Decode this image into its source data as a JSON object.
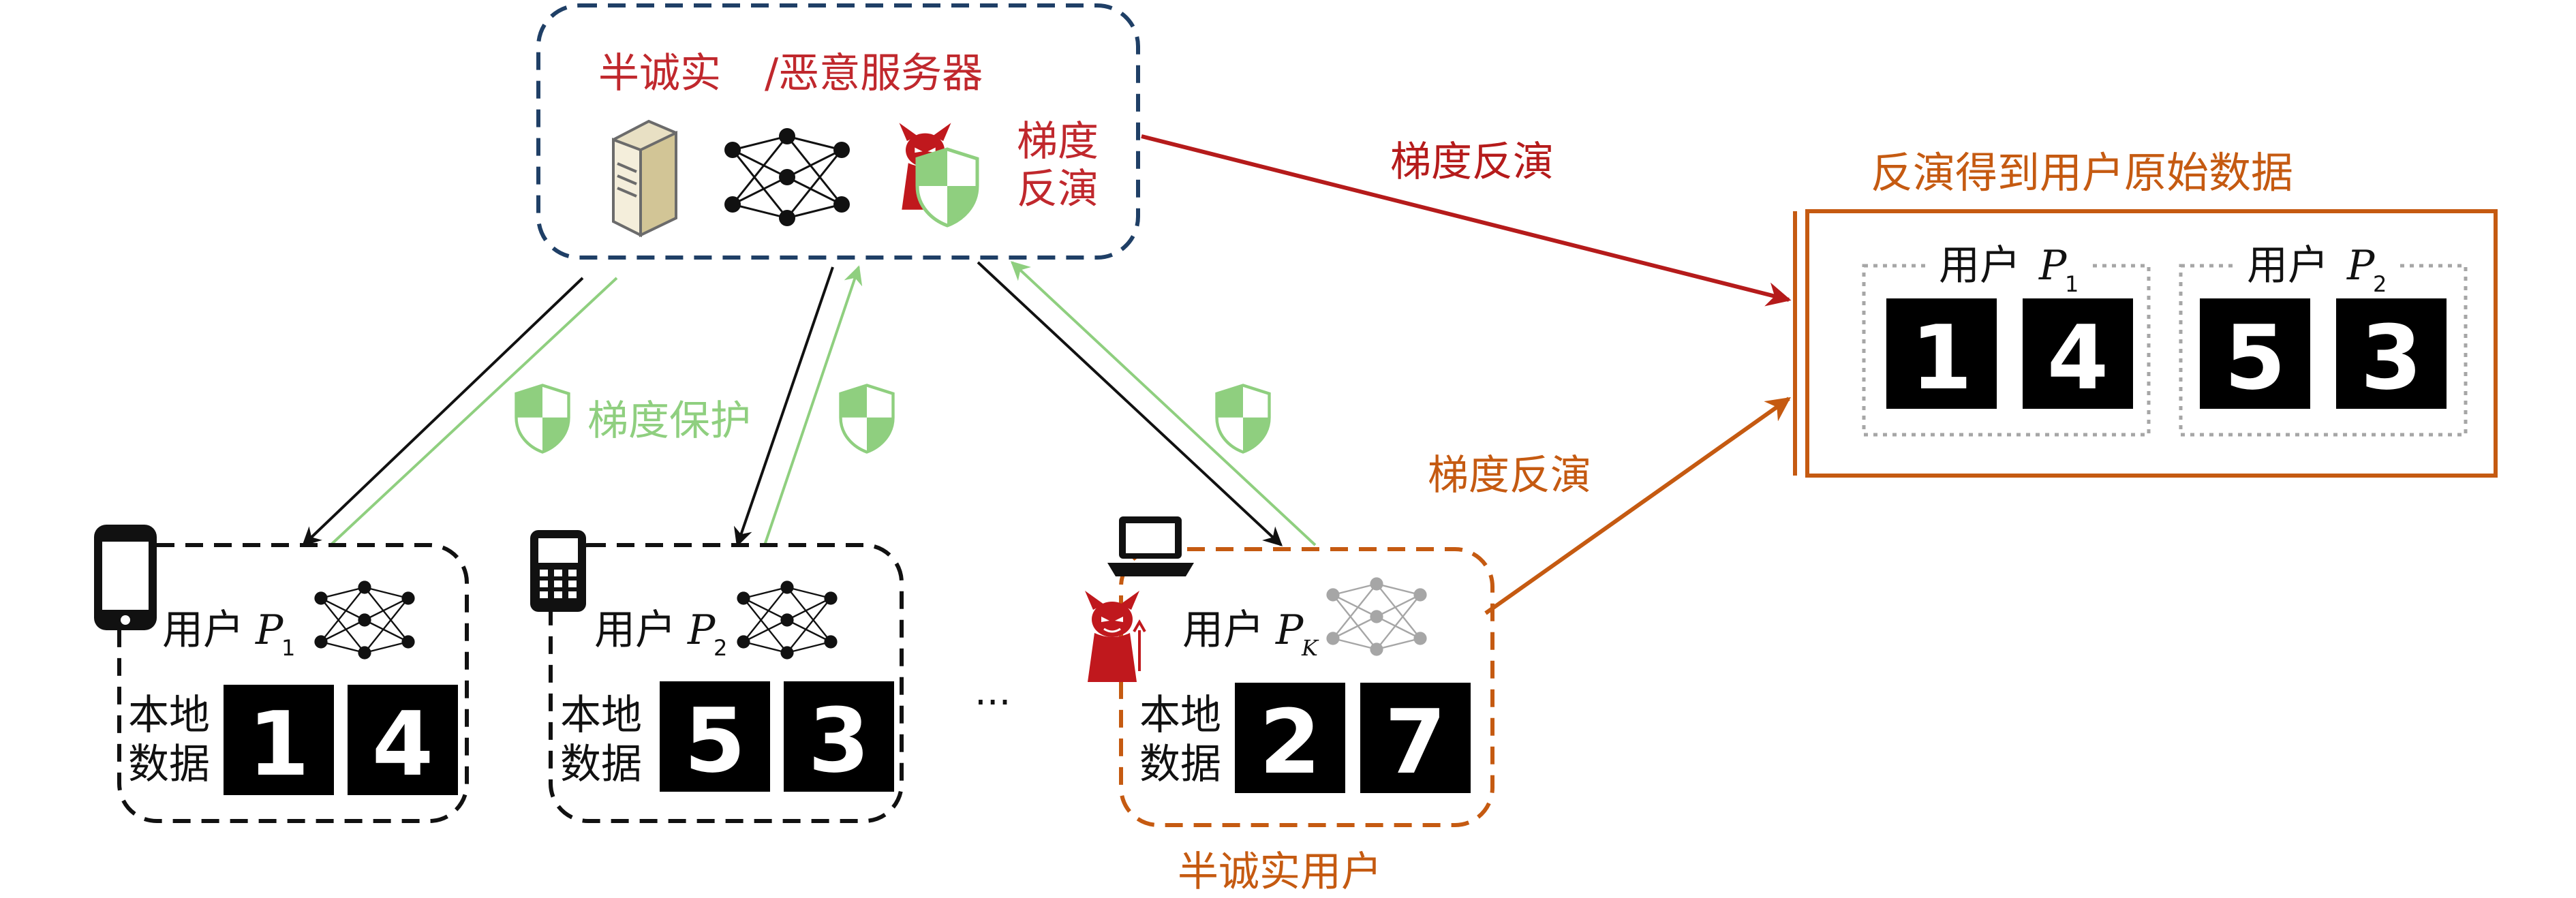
{
  "server": {
    "label_left": "半诚实",
    "label_right": "/恶意服务器",
    "attack_line1": "梯度",
    "attack_line2": "反演"
  },
  "arrows": {
    "server_attack_label": "梯度反演",
    "client_attack_label": "梯度反演",
    "protection_label": "梯度保护"
  },
  "result": {
    "title": "反演得到用户原始数据",
    "panels": [
      {
        "user_label": "用户",
        "var": "P",
        "sub": "1",
        "digits": [
          "1",
          "4"
        ]
      },
      {
        "user_label": "用户",
        "var": "P",
        "sub": "2",
        "digits": [
          "5",
          "3"
        ]
      }
    ]
  },
  "clients": [
    {
      "user_label": "用户",
      "var": "P",
      "sub": "1",
      "data_line1": "本地",
      "data_line2": "数据",
      "digits": [
        "1",
        "4"
      ]
    },
    {
      "user_label": "用户",
      "var": "P",
      "sub": "2",
      "data_line1": "本地",
      "data_line2": "数据",
      "digits": [
        "5",
        "3"
      ]
    },
    {
      "user_label": "用户",
      "var": "P",
      "sub": "K",
      "data_line1": "本地",
      "data_line2": "数据",
      "digits": [
        "2",
        "7"
      ]
    }
  ],
  "ellipsis": "···",
  "malicious_client_label": "半诚实用户",
  "colors": {
    "server_border": "#1f3f66",
    "server_text": "#c0282d",
    "attack_red": "#b51b1b",
    "orange": "#c55a11",
    "green": "#8fcf7f",
    "black": "#111111",
    "gray_dot": "#a6a6a6"
  }
}
